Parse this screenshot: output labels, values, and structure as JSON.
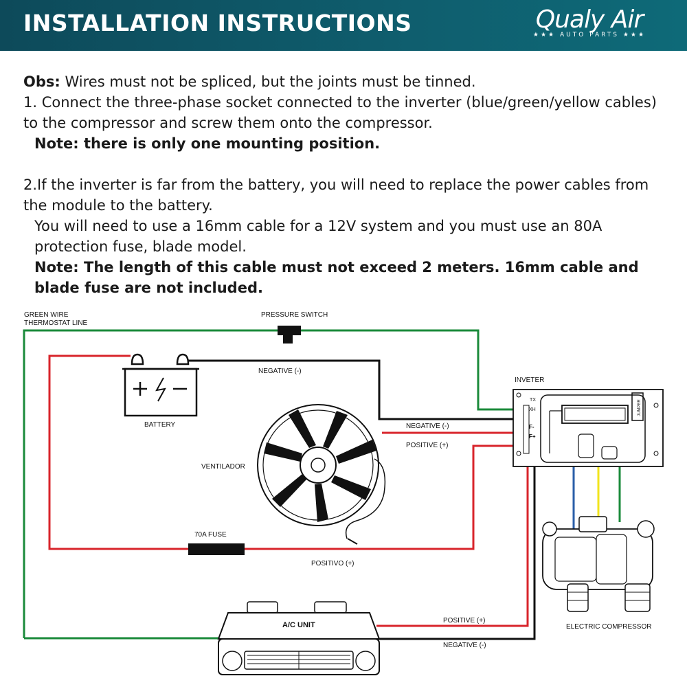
{
  "header": {
    "title": "INSTALLATION INSTRUCTIONS",
    "logo_main": "Qualy Air",
    "logo_sub": "★★★  AUTO PARTS  ★★★"
  },
  "instructions": {
    "obs_label": "Obs:",
    "obs_text": " Wires must not be spliced, but the joints must be tinned.",
    "step1": "1. Connect the three-phase socket connected to the inverter (blue/green/yellow cables) to the compressor and screw them onto the compressor.",
    "note1": "Note: there is only one mounting position.",
    "step2": "2.If the inverter is far from the battery, you will need to replace the power cables from the module to the battery.",
    "step2b": "You will need to use a 16mm cable for a 12V system  and you must use an 80A protection fuse, blade model.",
    "note2": "Note: The length of this cable must not exceed 2 meters. 16mm cable and blade fuse are not included."
  },
  "diagram": {
    "labels": {
      "green_wire": "GREEN WIRE",
      "thermostat_line": "THERMOSTAT LINE",
      "pressure_switch": "PRESSURE SWITCH",
      "negative_top": "NEGATIVE (-)",
      "battery": "BATTERY",
      "inverter": "INVETER",
      "negative_inv": "NEGATIVE (-)",
      "positive_inv": "POSITIVE (+)",
      "ventilador": "VENTILADOR",
      "fuse": "70A FUSE",
      "positivo": "POSITIVO (+)",
      "ac_unit": "A/C UNIT",
      "positive_ac": "POSITIVE (+)",
      "negative_ac": "NEGATIVE (-)",
      "compressor": "ELECTRIC COMPRESSOR",
      "jumper": "JUMPER",
      "pin_tx": "TX",
      "pin_xh": "XH",
      "pin_f": "F-",
      "pin_fplus": "F+"
    },
    "colors": {
      "green": "#1a8a3a",
      "red": "#d8242b",
      "black": "#111111",
      "blue": "#2a5ea8",
      "yellow": "#f2e41c"
    }
  }
}
